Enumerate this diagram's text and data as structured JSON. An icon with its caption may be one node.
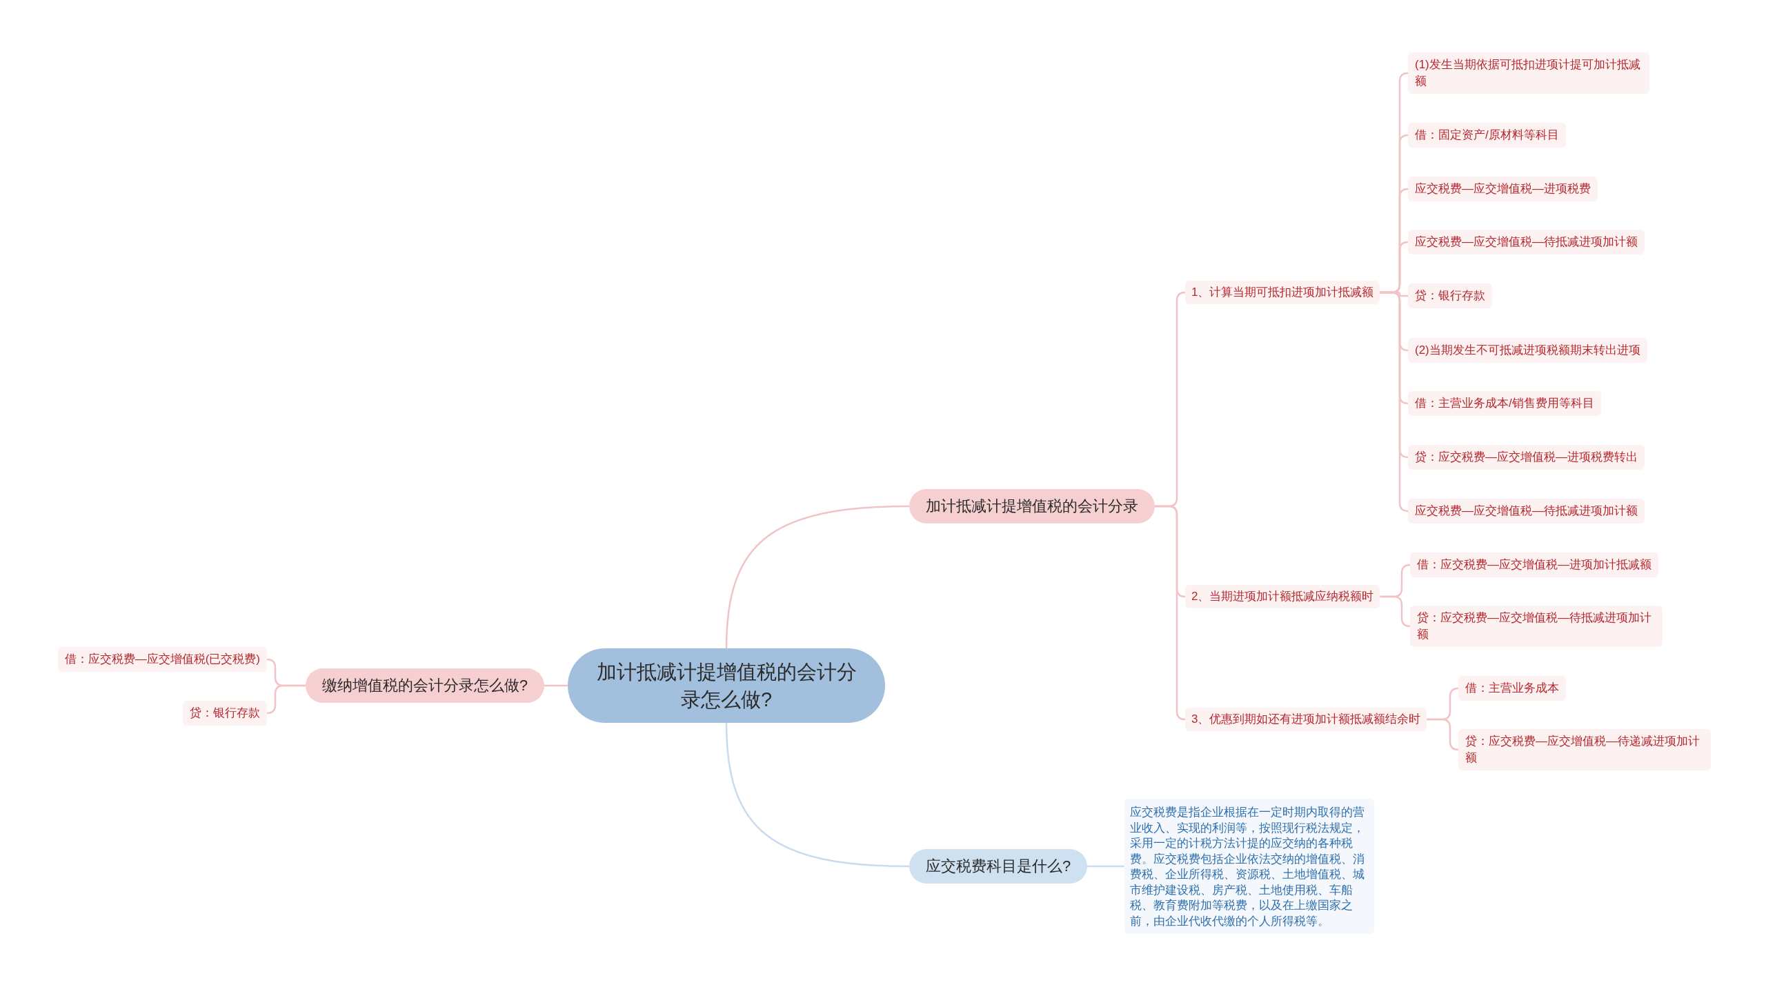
{
  "diagram": {
    "nodes": [
      {
        "text": [
          "加计抵减计提增值税的会计分录怎么做?"
        ]
      },
      {
        "text": [
          "加计抵减计提增值税的会计分录"
        ]
      },
      {
        "text": [
          "1、计算当期可抵扣进项加计抵减额"
        ]
      },
      {
        "text": [
          "(1)发生当期依据可抵扣进项计提可加计抵减额"
        ]
      },
      {
        "text": [
          "借：固定资产/原材料等科目"
        ]
      },
      {
        "text": [
          "应交税费—应交增值税—进项税费"
        ]
      },
      {
        "text": [
          "应交税费—应交增值税—待抵减进项加计额"
        ]
      },
      {
        "text": [
          "贷：银行存款"
        ]
      },
      {
        "text": [
          "(2)当期发生不可抵减进项税额期末转出进项"
        ]
      },
      {
        "text": [
          "借：主营业务成本/销售费用等科目"
        ]
      },
      {
        "text": [
          "贷：应交税费—应交增值税—进项税费转出"
        ]
      },
      {
        "text": [
          "应交税费—应交增值税—待抵减进项加计额"
        ]
      },
      {
        "text": [
          "2、当期进项加计额抵减应纳税额时"
        ]
      },
      {
        "text": [
          "借：应交税费—应交增值税—进项加计抵减额"
        ]
      },
      {
        "text": [
          "贷：应交税费—应交增值税—待抵减进项加计额"
        ]
      },
      {
        "text": [
          "3、优惠到期如还有进项加计额抵减额结余时"
        ]
      },
      {
        "text": [
          "借：主营业务成本"
        ]
      },
      {
        "text": [
          "贷：应交税费—应交增值税—待递减进项加计额"
        ]
      },
      {
        "text": [
          "应交税费科目是什么?"
        ]
      },
      {
        "text": [
          "应交税费是指企业根据在一定时期内取得的营业收入、实现的利润等，按照现行税法规定，采用一定的计税方法计提的应交纳的各种税费。应交税费包括企业依法交纳的增值税、消费税、企业所得税、资源税、土地增值税、城市维护建设税、房产税、土地使用税、车船税、教育费附加等税费，以及在上缴国家之前，由企业代收代缴的个人所得税等。"
        ]
      },
      {
        "text": [
          "缴纳增值税的会计分录怎么做?"
        ]
      },
      {
        "text": [
          "借：应交税费—应交增值税(已交税费)"
        ]
      },
      {
        "text": [
          "贷：银行存款"
        ]
      }
    ],
    "edges": [
      {
        "from": 0,
        "to": 1,
        "arrow": "none"
      },
      {
        "from": 1,
        "to": 2,
        "arrow": "none"
      },
      {
        "from": 2,
        "to": 3,
        "arrow": "none"
      },
      {
        "from": 2,
        "to": 4,
        "arrow": "none"
      },
      {
        "from": 2,
        "to": 5,
        "arrow": "none"
      },
      {
        "from": 2,
        "to": 6,
        "arrow": "none"
      },
      {
        "from": 2,
        "to": 7,
        "arrow": "none"
      },
      {
        "from": 2,
        "to": 8,
        "arrow": "none"
      },
      {
        "from": 2,
        "to": 9,
        "arrow": "none"
      },
      {
        "from": 2,
        "to": 10,
        "arrow": "none"
      },
      {
        "from": 2,
        "to": 11,
        "arrow": "none"
      },
      {
        "from": 1,
        "to": 12,
        "arrow": "none"
      },
      {
        "from": 12,
        "to": 13,
        "arrow": "none"
      },
      {
        "from": 12,
        "to": 14,
        "arrow": "none"
      },
      {
        "from": 1,
        "to": 15,
        "arrow": "none"
      },
      {
        "from": 15,
        "to": 16,
        "arrow": "none"
      },
      {
        "from": 15,
        "to": 17,
        "arrow": "none"
      },
      {
        "from": 0,
        "to": 18,
        "arrow": "none",
        "color": "#c9dbec"
      },
      {
        "from": 18,
        "to": 19,
        "arrow": "none",
        "color": "#c9dbec"
      },
      {
        "from": 0,
        "to": 20,
        "arrow": "none"
      },
      {
        "from": 20,
        "to": 21,
        "arrow": "none"
      },
      {
        "from": 20,
        "to": 22,
        "arrow": "none"
      }
    ]
  }
}
